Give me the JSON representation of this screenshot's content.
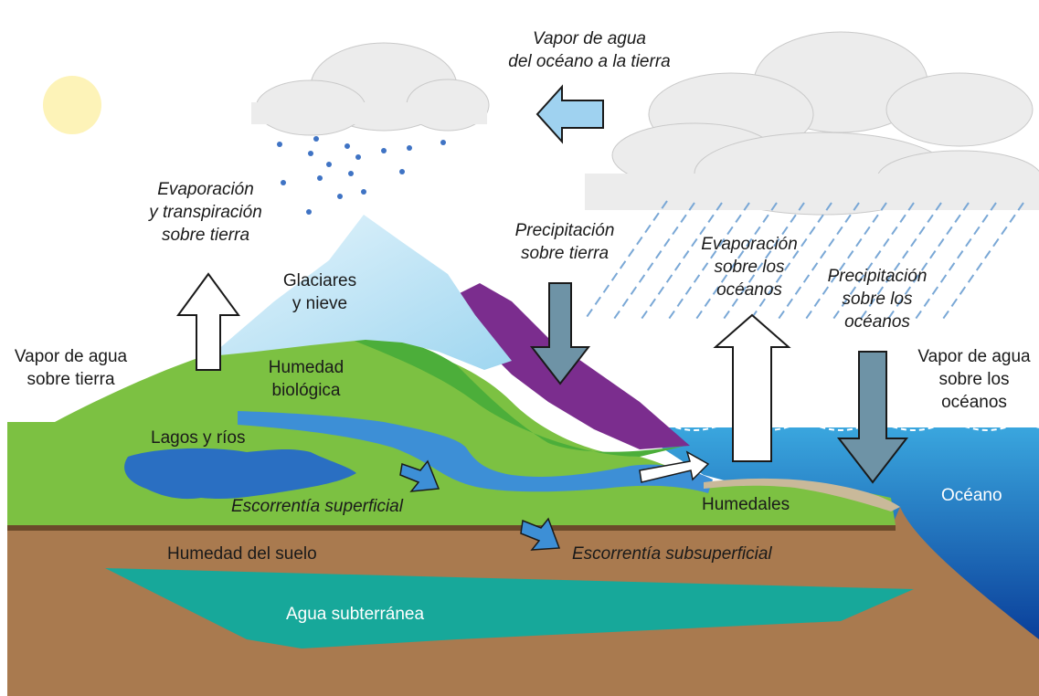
{
  "labels": {
    "vapor_ocean_to_land": [
      "Vapor de agua",
      "del océano a la tierra"
    ],
    "evap_land": [
      "Evaporación",
      "y transpiración",
      "sobre tierra"
    ],
    "glaciers": [
      "Glaciares",
      "y nieve"
    ],
    "precip_land": [
      "Precipitación",
      "sobre tierra"
    ],
    "evap_ocean": [
      "Evaporación",
      "sobre los",
      "océanos"
    ],
    "precip_ocean": [
      "Precipitación",
      "sobre los",
      "océanos"
    ],
    "vapor_land": [
      "Vapor de agua",
      "sobre tierra"
    ],
    "vapor_ocean": [
      "Vapor de agua",
      "sobre los",
      "océanos"
    ],
    "bio_moisture": [
      "Humedad",
      "biológica"
    ],
    "lakes_rivers": "Lagos y ríos",
    "surface_runoff": "Escorrentía superficial",
    "wetlands": "Humedales",
    "ocean": "Océano",
    "soil_moisture": "Humedad del suelo",
    "subsurface_runoff": "Escorrentía subsuperficial",
    "groundwater": "Agua subterránea"
  },
  "colors": {
    "sky": "#ffffff",
    "sun": "#fdf3b8",
    "cloud": "#eeeeee",
    "grass": "#7cc142",
    "grass_dark": "#4cae3a",
    "soil": "#a97a4f",
    "soil_line": "#6b4a2a",
    "ocean": "#2b8fd0",
    "ocean_deep": "#0d4fa8",
    "lake": "#2a6fc2",
    "groundwater": "#17a89a",
    "arrow_white": "#ffffff",
    "arrow_grey": "#6e93a6",
    "arrow_blue": "#9fd2f0",
    "mountain_snow": "#bfe3f5",
    "mountain_purple": "#7b2d8e",
    "rain": "#7aa8d6"
  }
}
